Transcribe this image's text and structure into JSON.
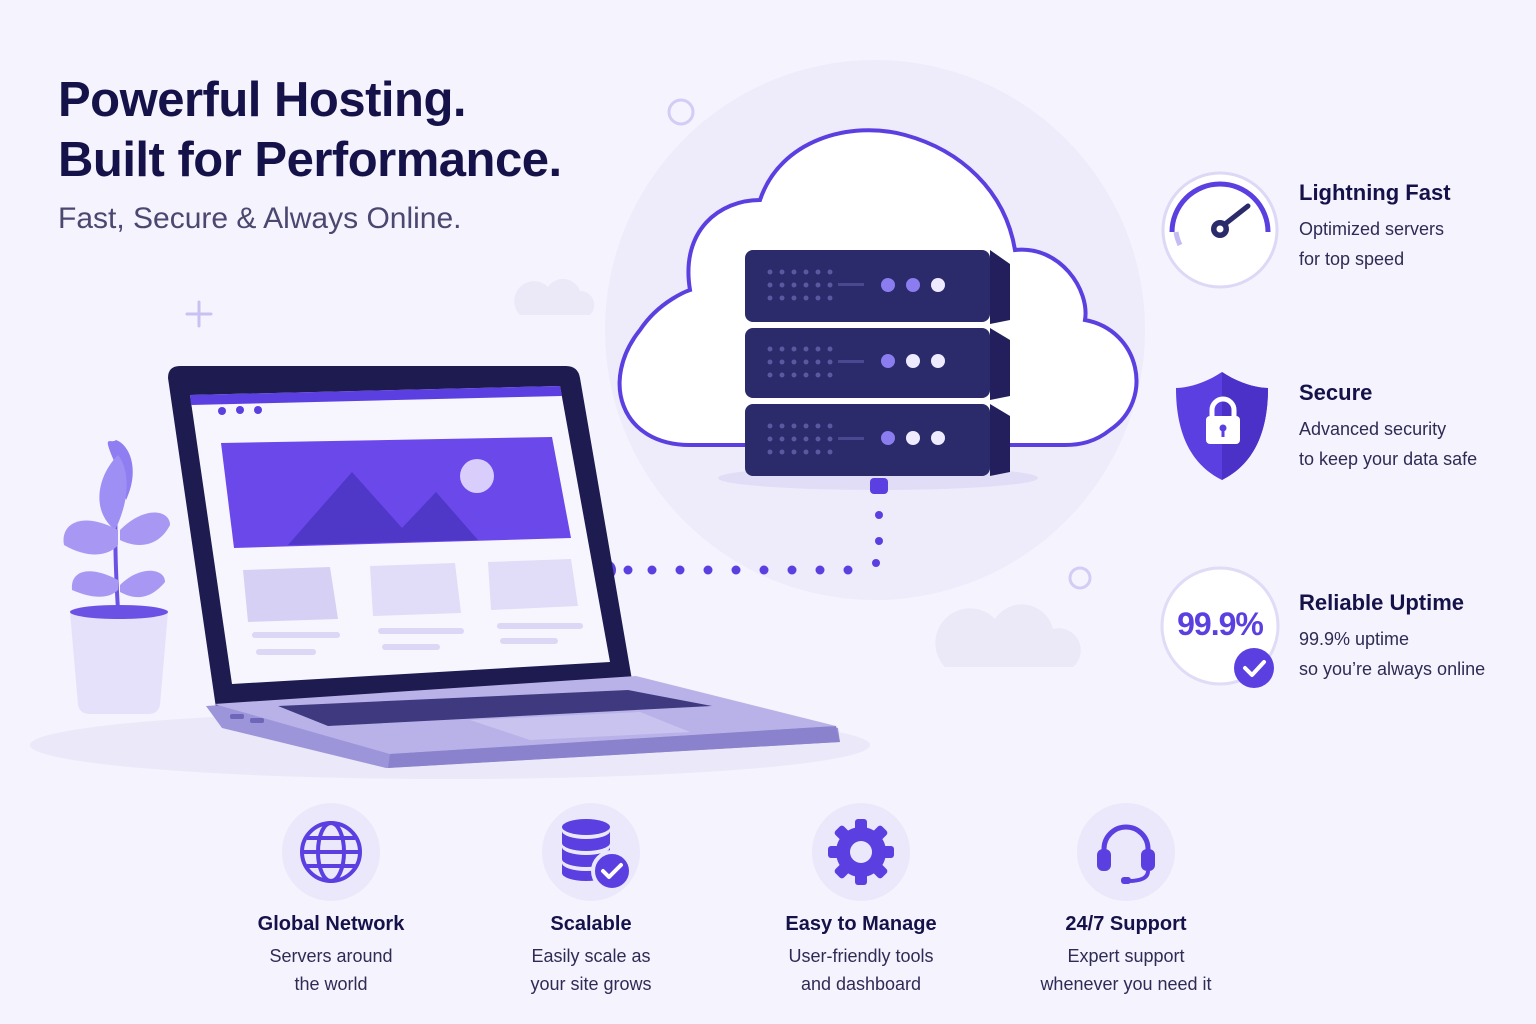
{
  "hero": {
    "title_line1": "Powerful Hosting.",
    "title_line2": "Built for Performance.",
    "subtitle": "Fast, Secure & Always Online."
  },
  "features": [
    {
      "title": "Lightning Fast",
      "desc_line1": "Optimized servers",
      "desc_line2": "for top speed",
      "icon": "speedometer-icon"
    },
    {
      "title": "Secure",
      "desc_line1": "Advanced security",
      "desc_line2": "to keep your data safe",
      "icon": "shield-lock-icon"
    },
    {
      "title": "Reliable Uptime",
      "desc_line1": "99.9% uptime",
      "desc_line2": "so you’re always online",
      "icon": "uptime-badge-icon",
      "badge": "99.9%"
    }
  ],
  "bottom_features": [
    {
      "title": "Global Network",
      "desc_line1": "Servers around",
      "desc_line2": "the world",
      "icon": "globe-icon"
    },
    {
      "title": "Scalable",
      "desc_line1": "Easily scale as",
      "desc_line2": "your site grows",
      "icon": "database-check-icon"
    },
    {
      "title": "Easy to Manage",
      "desc_line1": "User-friendly tools",
      "desc_line2": "and dashboard",
      "icon": "gear-icon"
    },
    {
      "title": "24/7 Support",
      "desc_line1": "Expert support",
      "desc_line2": "whenever you need it",
      "icon": "headset-icon"
    }
  ],
  "colors": {
    "background": "#f5f3fd",
    "navy": "#15124a",
    "accent": "#5b3fe0",
    "server": "#2b2a6b",
    "light_purple": "#ebe8fb"
  }
}
